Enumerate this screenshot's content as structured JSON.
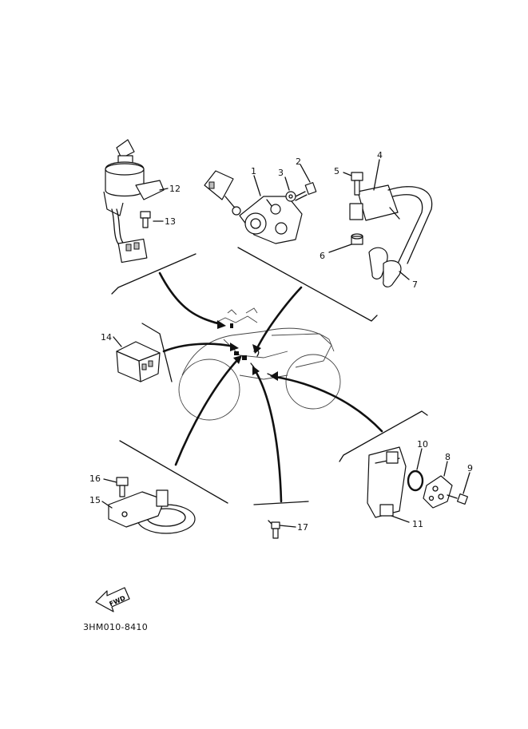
{
  "diagram": {
    "part_number_labels": [
      "1",
      "2",
      "3",
      "4",
      "5",
      "6",
      "7",
      "8",
      "9",
      "10",
      "11",
      "12",
      "13",
      "14",
      "15",
      "16",
      "17"
    ],
    "fwd_label": "FWD",
    "drawing_code": "3HM010-8410"
  },
  "colors": {
    "ink": "#111111",
    "background": "#ffffff"
  }
}
